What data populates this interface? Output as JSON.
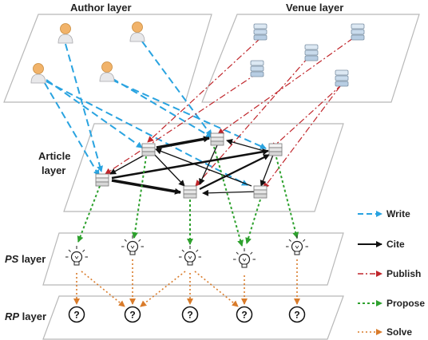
{
  "layers": {
    "author": "Author layer",
    "venue": "Venue layer",
    "article_line1": "Article",
    "article_line2": "layer",
    "ps_abbr": "PS",
    "ps_suffix": " layer",
    "rp_abbr": "RP",
    "rp_suffix": " layer"
  },
  "problem_symbol": "?",
  "legend": {
    "write": "Write",
    "cite": "Cite",
    "publish": "Publish",
    "propose": "Propose",
    "solve": "Solve"
  },
  "colors": {
    "write": "#29a3e0",
    "cite": "#111111",
    "publish": "#c0262b",
    "propose": "#2ea12e",
    "solve": "#d97b2a",
    "plane_stroke": "#b8b8b8",
    "plane_fill": "#ffffff"
  },
  "icons": {
    "author": "person-icon",
    "venue": "database-stack-icon",
    "article": "document-stack-icon",
    "ps": "lightbulb-icon",
    "rp": "question-circle-icon"
  }
}
